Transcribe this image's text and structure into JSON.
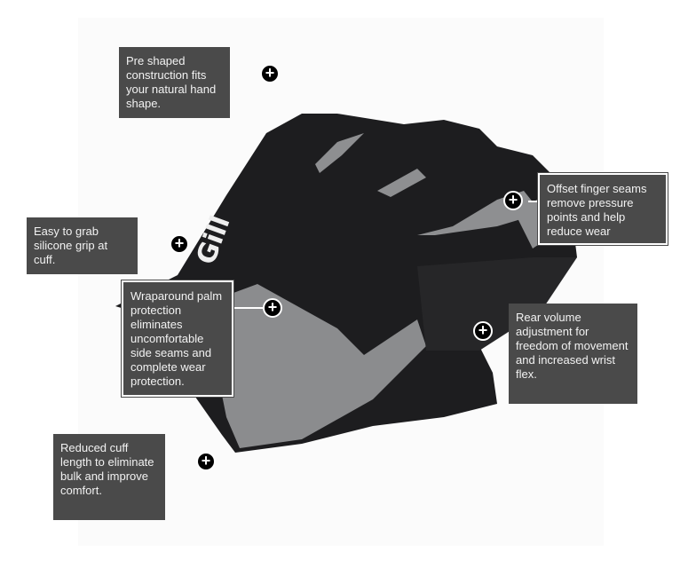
{
  "logo_text": "Gill",
  "hotspots": [
    {
      "id": "pre-shaped",
      "text": "Pre shaped construction fits your natural hand shape."
    },
    {
      "id": "offset-seams",
      "text": "Offset finger seams remove pressure points and help reduce wear"
    },
    {
      "id": "silicone-grip",
      "text": "Easy to grab silicone grip at cuff."
    },
    {
      "id": "wraparound-palm",
      "text": "Wraparound palm protection eliminates uncomfortable side seams and complete wear protection."
    },
    {
      "id": "rear-volume",
      "text": "Rear volume adjustment for freedom of movement and increased wrist flex."
    },
    {
      "id": "reduced-cuff",
      "text": "Reduced cuff length to eliminate bulk and improve comfort."
    }
  ],
  "plus_symbol": "+"
}
